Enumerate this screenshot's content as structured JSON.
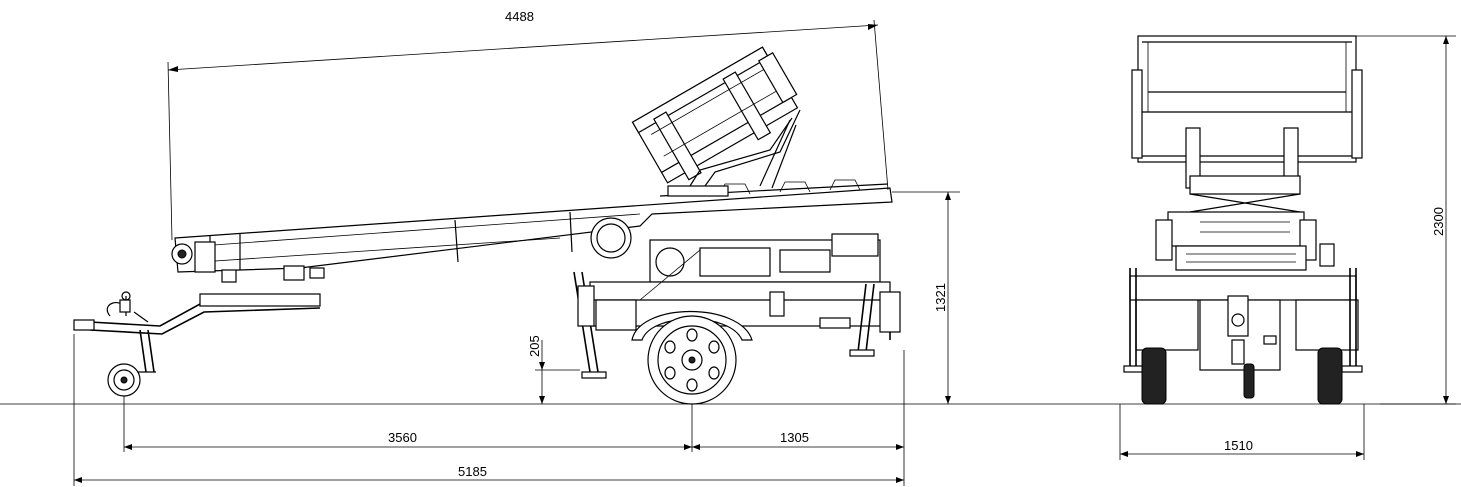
{
  "dimensions": {
    "boom_length": "4488",
    "wheelbase": "3560",
    "rear_overhang": "1305",
    "total_length": "5185",
    "ground_clearance": "205",
    "transport_height": "1321",
    "total_height": "2300",
    "width": "1510"
  },
  "colors": {
    "line": "#000000",
    "background": "#ffffff"
  }
}
